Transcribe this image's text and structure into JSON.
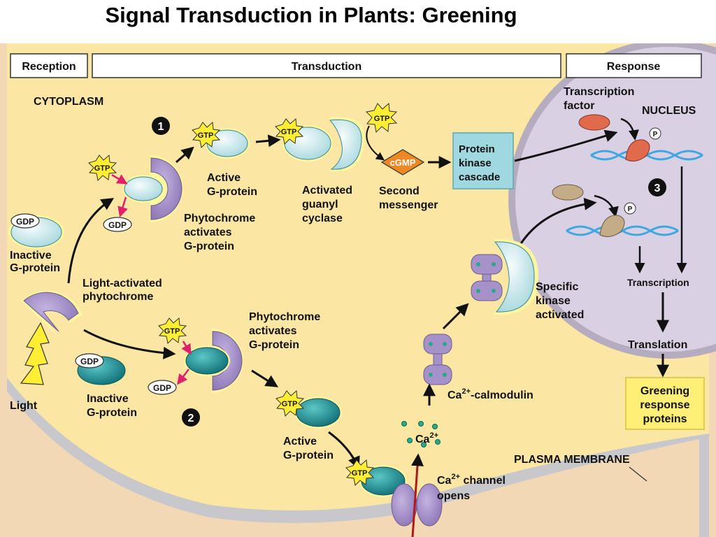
{
  "title": "Signal Transduction in Plants: Greening",
  "header": {
    "reception": "Reception",
    "transduction": "Transduction",
    "response": "Response"
  },
  "regions": {
    "cytoplasm": "CYTOPLASM",
    "nucleus": "NUCLEUS",
    "plasma_membrane": "PLASMA MEMBRANE"
  },
  "steps": {
    "one": "1",
    "two": "2",
    "three": "3"
  },
  "molecules": {
    "gtp": "GTP",
    "gdp": "GDP",
    "cgmp": "cGMP",
    "phosphate": "P",
    "ca": "Ca",
    "ca_sup": "2+"
  },
  "labels": {
    "inactive_g1": "Inactive",
    "inactive_g2": "G-protein",
    "light_phyto1": "Light-activated",
    "light_phyto2": "phytochrome",
    "light": "Light",
    "phyto_act_top1": "Phytochrome",
    "phyto_act_top2": "activates",
    "phyto_act_top3": "G-protein",
    "active_g_top1": "Active",
    "active_g_top2": "G-protein",
    "guanyl1": "Activated",
    "guanyl2": "guanyl",
    "guanyl3": "cyclase",
    "second1": "Second",
    "second2": "messenger",
    "pk1": "Protein",
    "pk2": "kinase",
    "pk3": "cascade",
    "tf1": "Transcription",
    "tf2": "factor",
    "phyto_act_bot1": "Phytochrome",
    "phyto_act_bot2": "activates",
    "phyto_act_bot3": "G-protein",
    "inactive_gb1": "Inactive",
    "inactive_gb2": "G-protein",
    "active_gb1": "Active",
    "active_gb2": "G-protein",
    "calmodulin": "-calmodulin",
    "specific1": "Specific",
    "specific2": "kinase",
    "specific3": "activated",
    "channel1": " channel",
    "channel2": "opens",
    "transcription": "Transcription",
    "translation": "Translation",
    "greening1": "Greening",
    "greening2": "response",
    "greening3": "proteins"
  },
  "colors": {
    "cytoplasm": "#fbe6a4",
    "nucleus": "#d9d0e4",
    "membrane": "#c8c8cc",
    "outside": "#f2d8b4",
    "phytochrome": "#a692c8",
    "g_protein_light": "#d4edf0",
    "g_protein_dark": "#1e8f94",
    "gtp": "#ffee33",
    "cgmp": "#ee8822",
    "kinase_box": "#9fd8de",
    "greening_box": "#ffef77",
    "tf_red": "#e06a4c",
    "tf_tan": "#c4ac86",
    "dna": "#3fa8e0",
    "arrow_red": "#e0206a"
  }
}
